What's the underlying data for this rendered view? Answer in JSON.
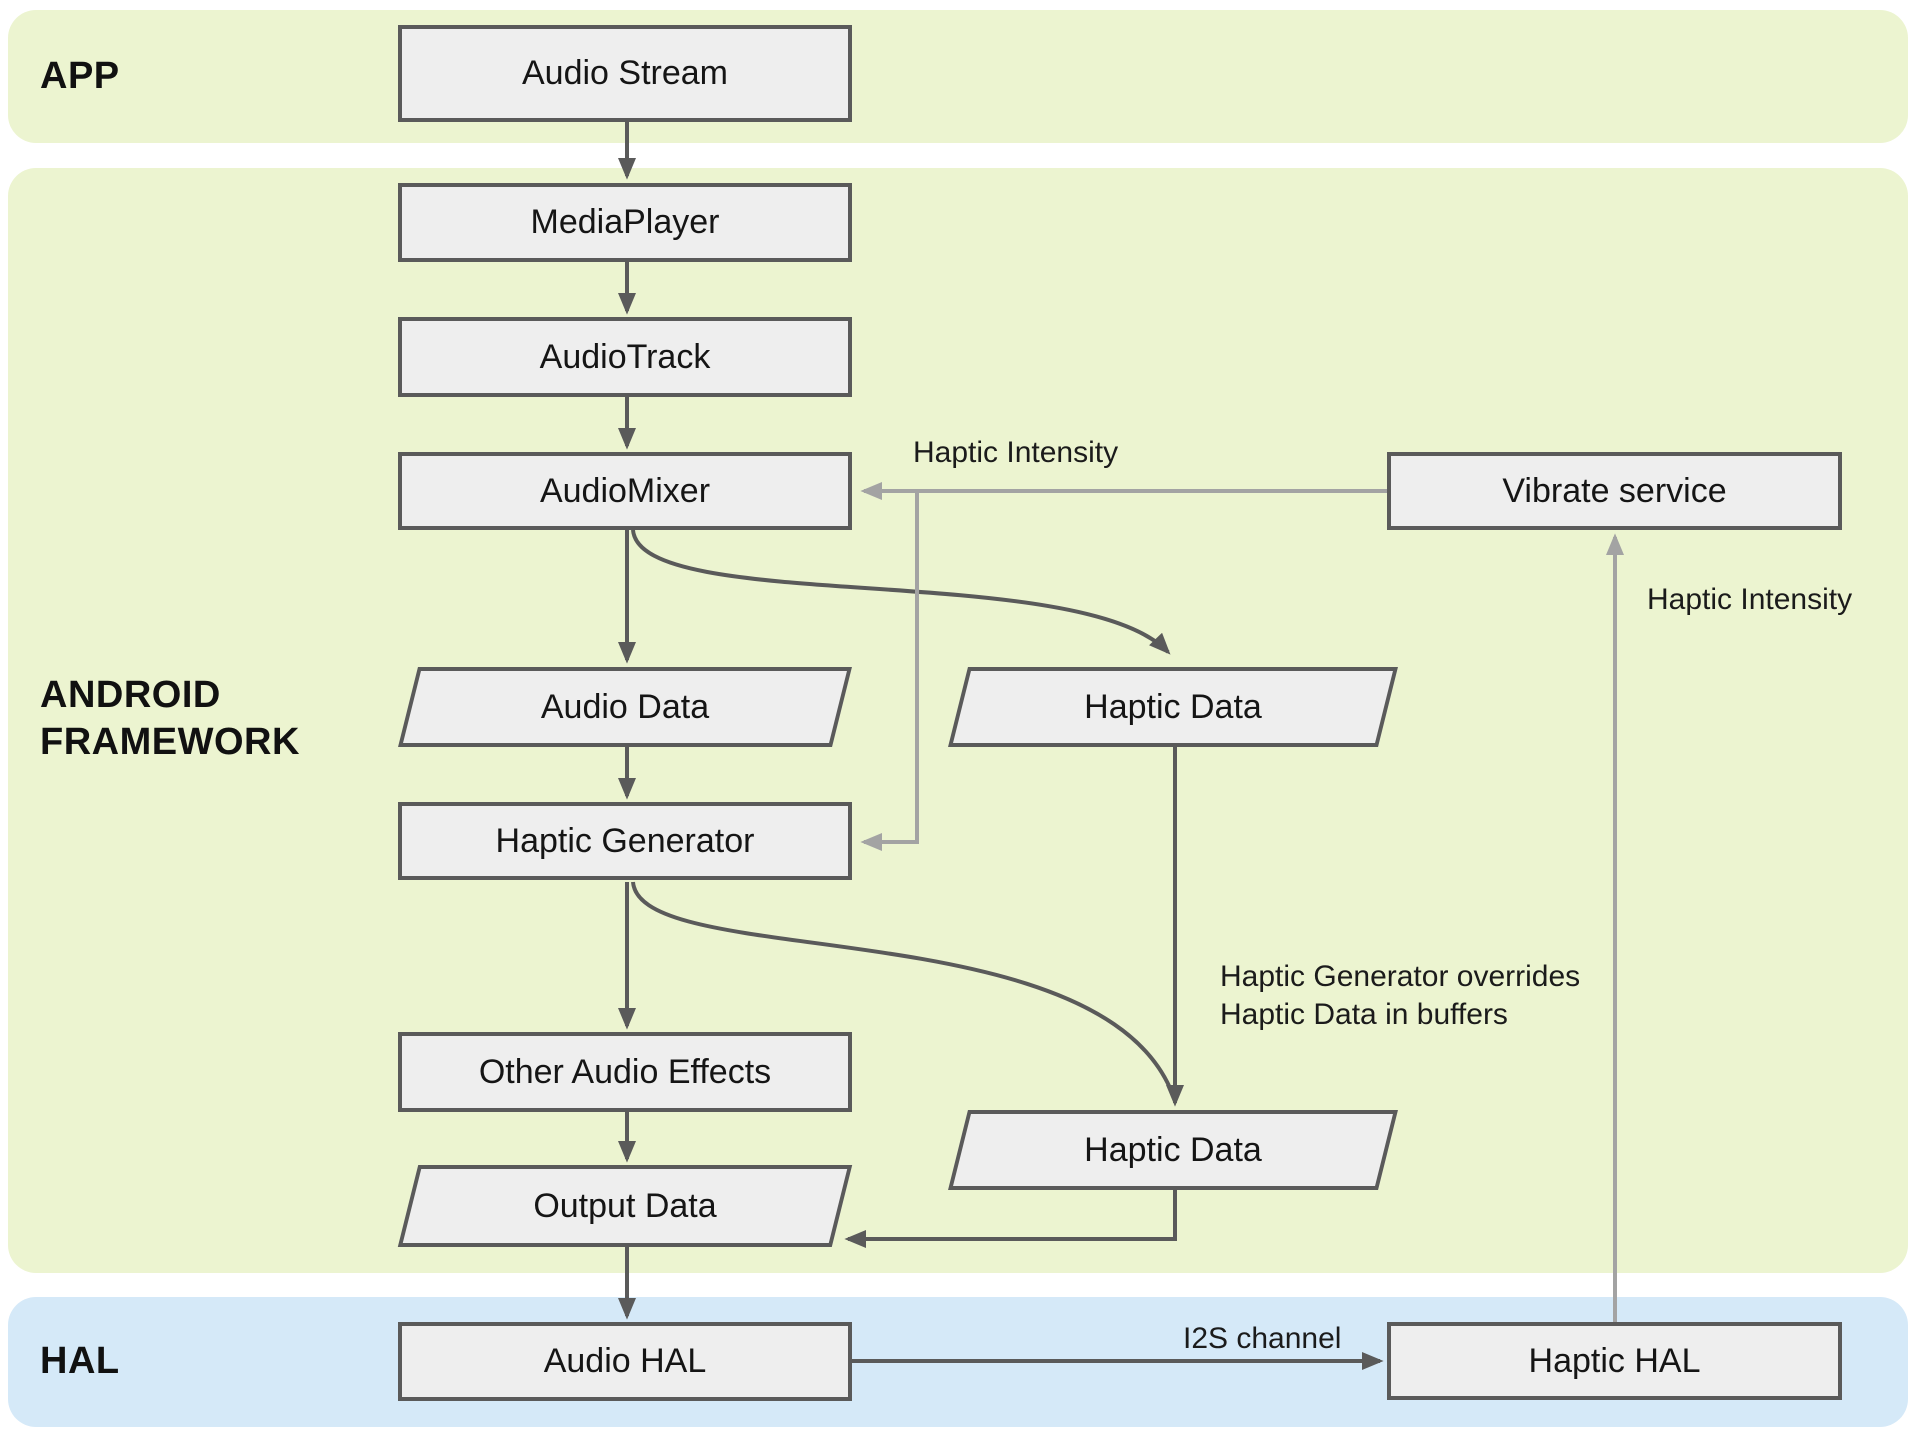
{
  "bands": {
    "app": {
      "label": "APP"
    },
    "framework": {
      "label": "ANDROID FRAMEWORK"
    },
    "hal": {
      "label": "HAL"
    }
  },
  "nodes": {
    "audio_stream": {
      "label": "Audio Stream",
      "shape": "rect"
    },
    "media_player": {
      "label": "MediaPlayer",
      "shape": "rect"
    },
    "audio_track": {
      "label": "AudioTrack",
      "shape": "rect"
    },
    "audio_mixer": {
      "label": "AudioMixer",
      "shape": "rect"
    },
    "audio_data": {
      "label": "Audio Data",
      "shape": "parallelogram"
    },
    "haptic_data_1": {
      "label": "Haptic Data",
      "shape": "parallelogram"
    },
    "haptic_generator": {
      "label": "Haptic Generator",
      "shape": "rect"
    },
    "other_audio_effects": {
      "label": "Other Audio Effects",
      "shape": "rect"
    },
    "haptic_data_2": {
      "label": "Haptic Data",
      "shape": "parallelogram"
    },
    "output_data": {
      "label": "Output Data",
      "shape": "parallelogram"
    },
    "audio_hal": {
      "label": "Audio HAL",
      "shape": "rect"
    },
    "haptic_hal": {
      "label": "Haptic HAL",
      "shape": "rect"
    },
    "vibrate_service": {
      "label": "Vibrate service",
      "shape": "rect"
    }
  },
  "edge_labels": {
    "haptic_intensity_top": "Haptic Intensity",
    "haptic_intensity_right": "Haptic Intensity",
    "i2s_channel": "I2S channel",
    "override_line1": "Haptic Generator overrides",
    "override_line2": "Haptic Data in buffers"
  },
  "colors": {
    "band_green": "#ecf4d0",
    "band_blue": "#d5e9f8",
    "node_fill": "#eeeeee",
    "node_border": "#5a5a5a",
    "arrow_dark": "#5a5a5a",
    "arrow_gray": "#a3a3a3",
    "text": "#1b1b1b"
  }
}
